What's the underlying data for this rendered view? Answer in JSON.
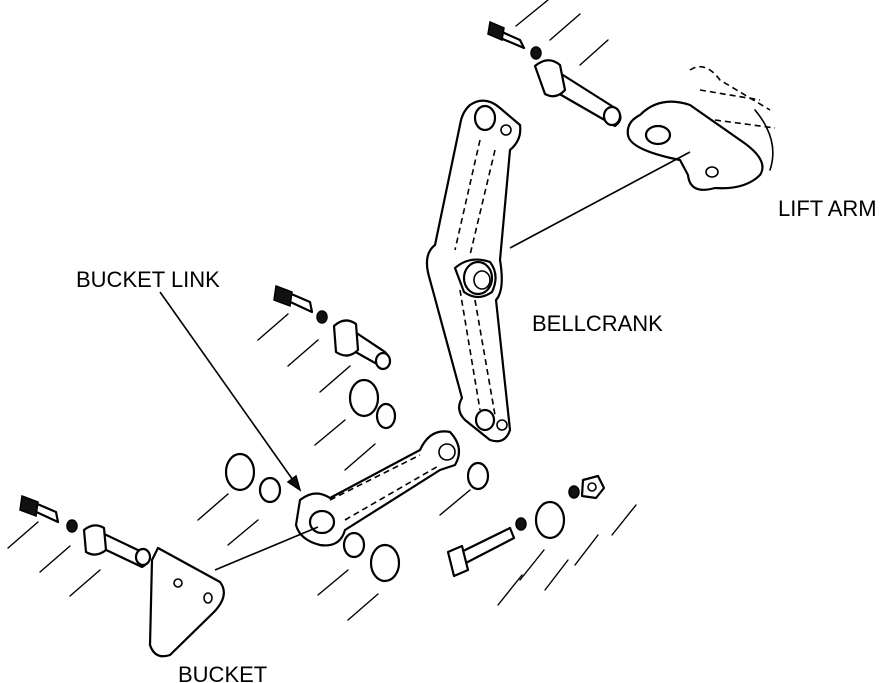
{
  "labels": {
    "lift_arm": "LIFT ARM",
    "bellcrank": "BELLCRANK",
    "bucket_link": "BUCKET LINK",
    "bucket": "BUCKET"
  },
  "colors": {
    "line": "#000000",
    "background": "#ffffff"
  }
}
